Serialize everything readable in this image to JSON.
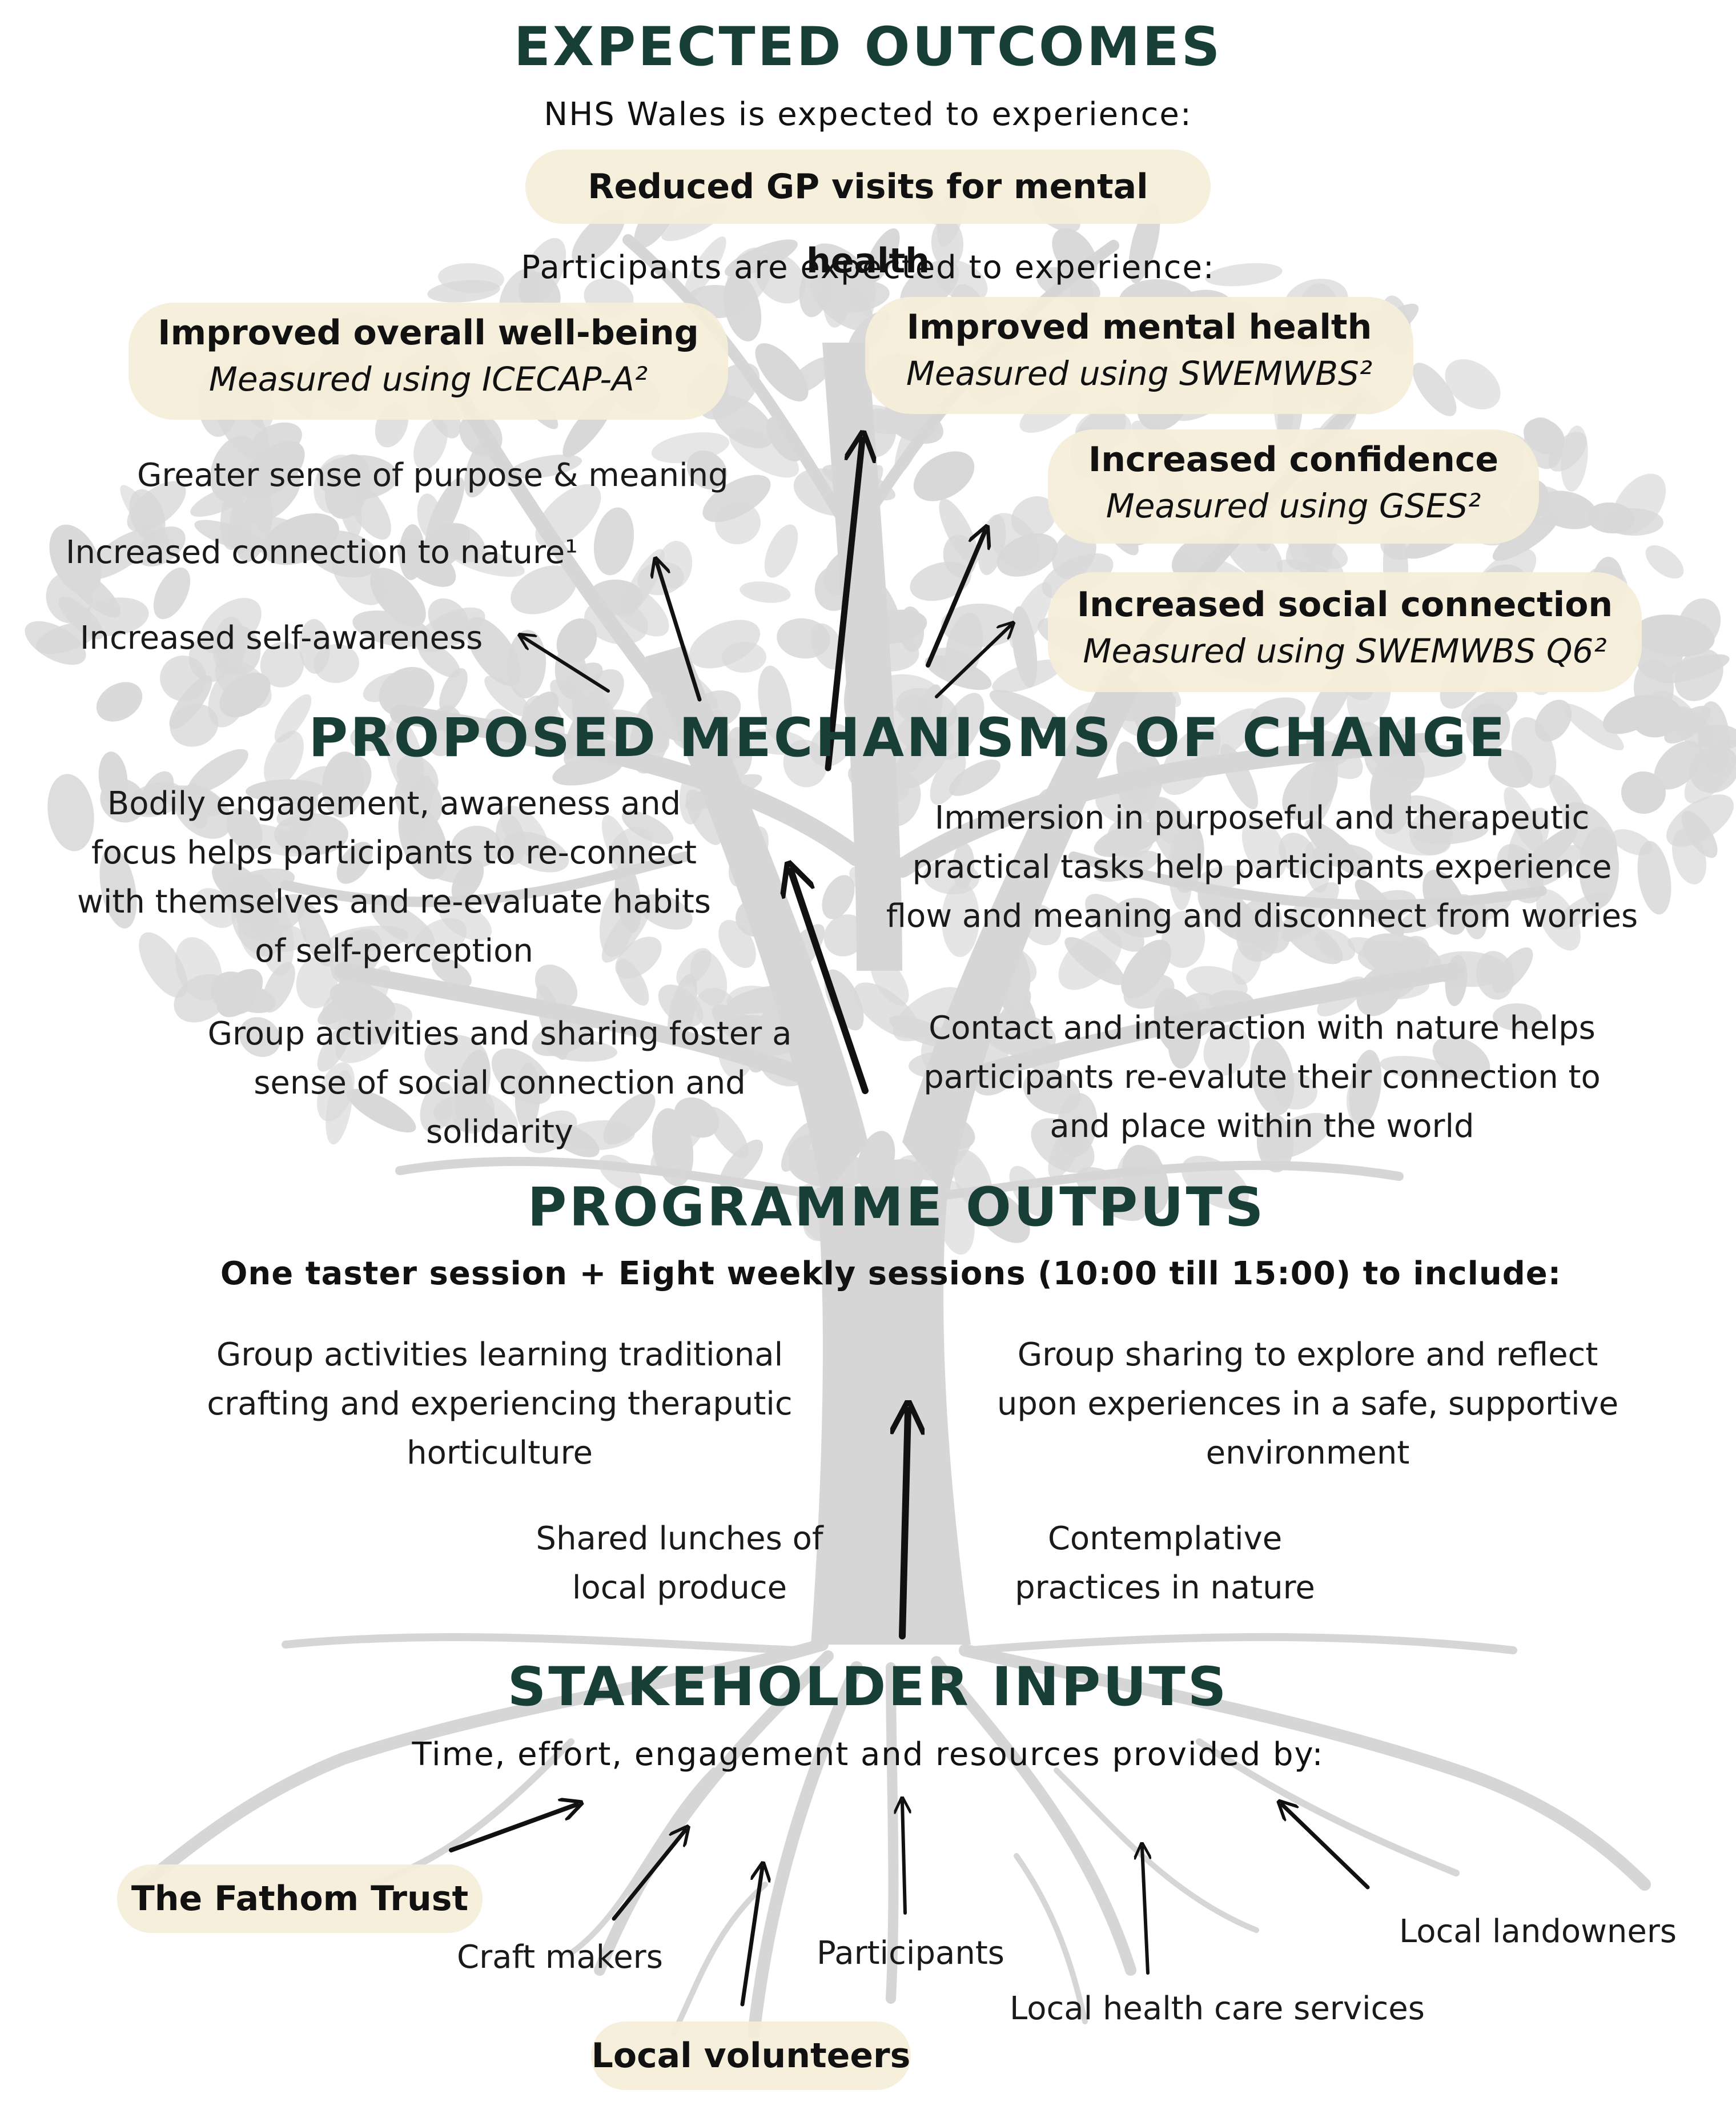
{
  "expected_outcomes": {
    "title": "EXPECTED OUTCOMES",
    "nhs_intro": "NHS Wales is expected to experience:",
    "nhs_outcome": "Reduced GP visits for mental health",
    "participants_intro": "Participants are expected to experience:",
    "measured": [
      {
        "title": "Improved overall well-being",
        "measure": "Measured using ICECAP-A²"
      },
      {
        "title": "Improved mental health",
        "measure": "Measured using SWEMWBS²"
      },
      {
        "title": "Increased confidence",
        "measure": "Measured using GSES²"
      },
      {
        "title": "Increased social connection",
        "measure": "Measured using SWEMWBS Q6²"
      }
    ],
    "other": [
      "Greater sense of purpose & meaning",
      "Increased connection to nature¹",
      "Increased self-awareness"
    ]
  },
  "mechanisms": {
    "title": "PROPOSED MECHANISMS OF CHANGE",
    "items": [
      "Bodily engagement, awareness and\nfocus helps participants to re-connect\nwith themselves and re-evaluate habits\nof self-perception",
      "Immersion in purposeful and therapeutic\npractical tasks help participants experience\nflow and meaning and disconnect from worries",
      "Group activities and sharing foster a\nsense of social connection and\nsolidarity",
      "Contact and interaction with nature helps\nparticipants re-evalute their connection to\nand place within the world"
    ]
  },
  "outputs": {
    "title": "PROGRAMME OUTPUTS",
    "intro": "One taster session + Eight weekly sessions (10:00 till 15:00) to include:",
    "items": [
      "Group activities learning traditional\ncrafting and experiencing theraputic\nhorticulture",
      "Group sharing to explore and reflect\nupon experiences in a safe, supportive\nenvironment",
      "Shared lunches of\nlocal produce",
      "Contemplative\npractices in nature"
    ]
  },
  "inputs": {
    "title": "STAKEHOLDER INPUTS",
    "intro": "Time, effort, engagement and resources provided by:",
    "stakeholders": [
      "The Fathom Trust",
      "Craft makers",
      "Participants",
      "Local landowners",
      "Local health care services",
      "Local volunteers"
    ]
  },
  "colors": {
    "heading": "#173f35",
    "pill": "#f4eed8",
    "tree": "#d9d9d9"
  }
}
